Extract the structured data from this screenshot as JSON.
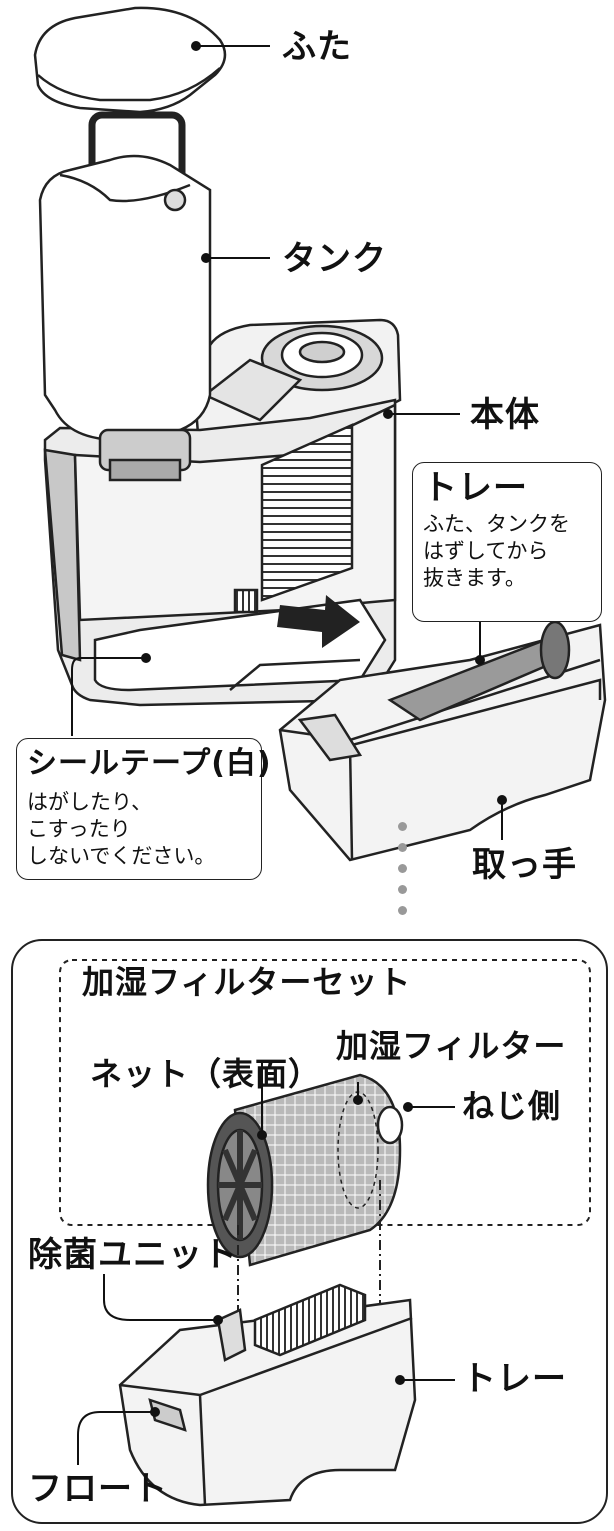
{
  "labels": {
    "lid": "ふた",
    "tank": "タンク",
    "body": "本体",
    "tray_top": "トレー",
    "tray_note": [
      "ふた、タンクを",
      "はずしてから",
      "抜きます。"
    ],
    "seal_tape": "シールテープ(白)",
    "seal_note": [
      "はがしたり、",
      "こすったり",
      "しないでください。"
    ],
    "handle": "取っ手",
    "filter_set": "加湿フィルターセット",
    "net": "ネット（表面）",
    "filter": "加湿フィルター",
    "screw_side": "ねじ側",
    "sterilizing_unit": "除菌ユニット",
    "tray_bottom": "トレー",
    "float": "フロート"
  }
}
